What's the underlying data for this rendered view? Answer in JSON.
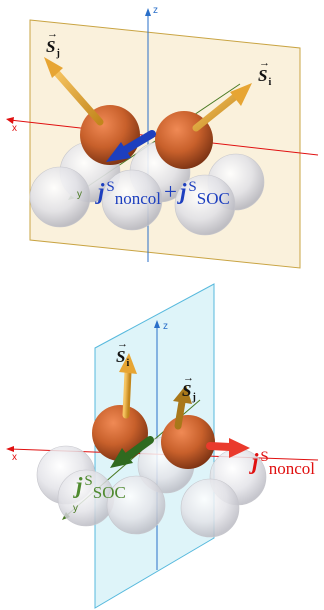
{
  "colors": {
    "plane_top": "#f9efd6",
    "plane_top_border": "#c9a443",
    "plane_bottom": "#d6f1f8",
    "plane_bottom_border": "#57b9dd",
    "orange_atom": "#c8602b",
    "grey_atom": "#e3e3e8",
    "spin_arrow": "#e7a533",
    "spin_arrow_dark": "#a9781a",
    "blue_arrow": "#1d3fbf",
    "green_arrow": "#2f6a1f",
    "red_arrow": "#ea3a2c",
    "x_axis": "#e01010",
    "y_axis": "#4a7a23",
    "z_axis": "#2a6fc9"
  },
  "top_panel": {
    "axes": {
      "x": "x",
      "y": "y",
      "z": "z"
    },
    "spin_i": {
      "symbol": "S",
      "sub": "i"
    },
    "spin_j": {
      "symbol": "S",
      "sub": "j"
    },
    "current": {
      "symbol1": "j",
      "sup1": "S",
      "sub1": "noncol",
      "plus": "+",
      "symbol2": "j",
      "sup2": "S",
      "sub2": "SOC"
    }
  },
  "bottom_panel": {
    "axes": {
      "x": "x",
      "y": "y",
      "z": "z"
    },
    "spin_i": {
      "symbol": "S",
      "sub": "i"
    },
    "spin_j": {
      "symbol": "S",
      "sub": "j"
    },
    "current_soc": {
      "symbol": "j",
      "sup": "S",
      "sub": "SOC"
    },
    "current_noncol": {
      "symbol": "j",
      "sup": "S",
      "sub": "noncol"
    }
  }
}
